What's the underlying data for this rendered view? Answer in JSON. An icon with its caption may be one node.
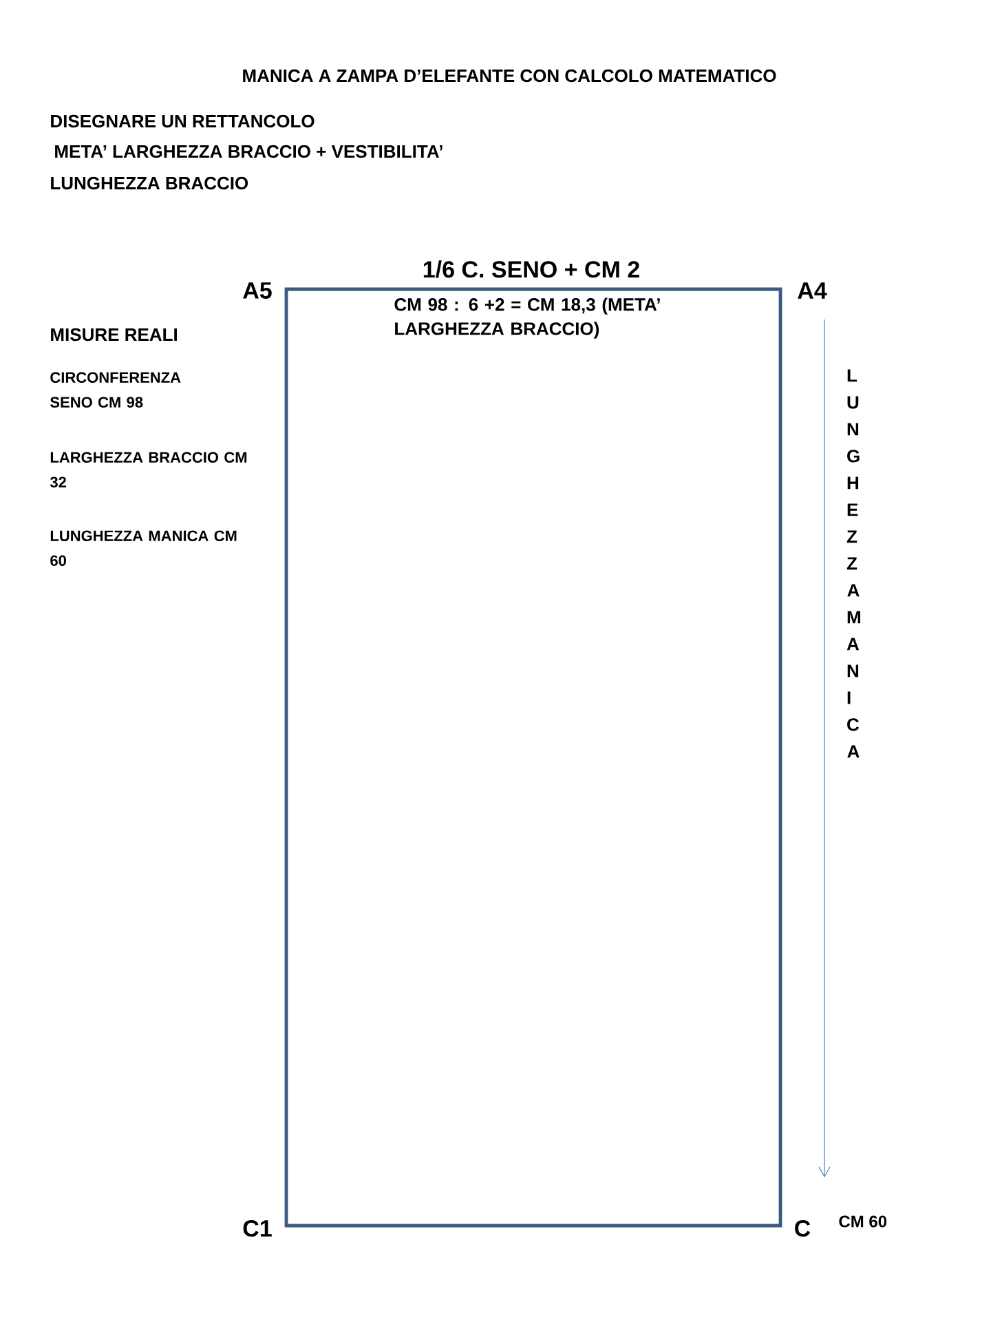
{
  "diagram": {
    "title": "MANICA A ZAMPA D’ELEFANTE CON CALCOLO MATEMATICO",
    "nodes": [
      {
        "text": [
          "1/6 C. SENO + CM 2",
          "CM 98 : 6 +2 = CM 18,3 (META’ LARGHEZZA BRACCIO)"
        ],
        "beside": [
          "A5",
          "A4",
          "C1",
          "C"
        ]
      }
    ],
    "labels": [
      "DISEGNARE UN RETTANCOLO",
      "META’ LARGHEZZA BRACCIO + VESTIBILITA’",
      "LUNGHEZZA BRACCIO",
      "MISURE REALI",
      "CIRCONFERENZA SENO CM 98",
      "LARGHEZZA BRACCIO CM 32",
      "LUNGHEZZA MANICA CM 60",
      "LUNGHEZZA MANICA",
      "CM 60"
    ]
  }
}
